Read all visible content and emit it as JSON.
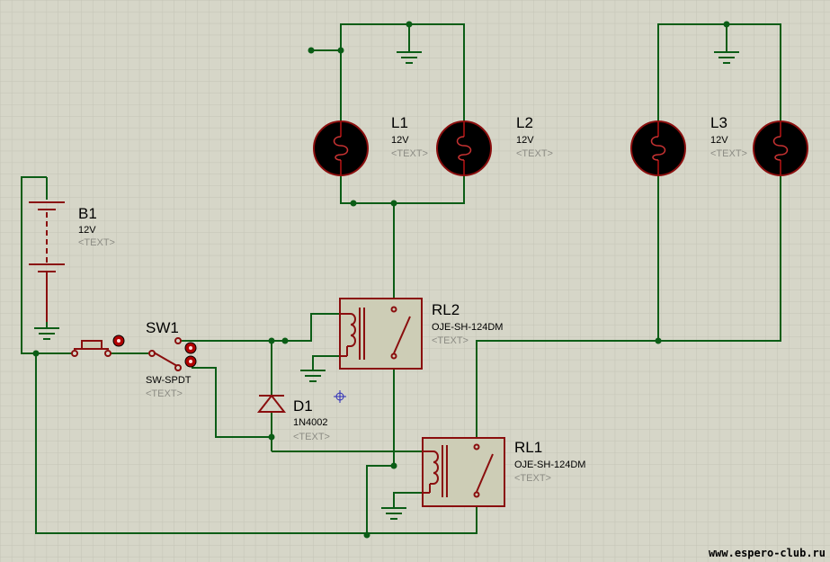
{
  "components": {
    "B1": {
      "ref": "B1",
      "value": "12V",
      "text": "<TEXT>"
    },
    "SW1": {
      "ref": "SW1",
      "value": "SW-SPDT",
      "text": "<TEXT>"
    },
    "D1": {
      "ref": "D1",
      "value": "1N4002",
      "text": "<TEXT>"
    },
    "RL2": {
      "ref": "RL2",
      "value": "OJE-SH-124DM",
      "text": "<TEXT>"
    },
    "RL1": {
      "ref": "RL1",
      "value": "OJE-SH-124DM",
      "text": "<TEXT>"
    },
    "L1": {
      "ref": "L1",
      "value": "12V",
      "text": "<TEXT>"
    },
    "L2": {
      "ref": "L2",
      "value": "12V",
      "text": "<TEXT>"
    },
    "L3": {
      "ref": "L3",
      "value": "12V",
      "text": "<TEXT>"
    }
  },
  "watermark": "www.espero-club.ru",
  "colors": {
    "background": "#d6d6c8",
    "grid": "#c4c4b6",
    "wire": "#0b5d16",
    "component": "#8a0e0e",
    "relay_body": "#cdcdb6",
    "lamp_body": "#000000",
    "cursor": "#2b2bb8"
  },
  "icons": [
    "battery-icon",
    "ground-icon",
    "pushbutton-icon",
    "spdt-switch-icon",
    "diode-icon",
    "relay-icon",
    "lamp-icon",
    "crosshair-icon"
  ]
}
